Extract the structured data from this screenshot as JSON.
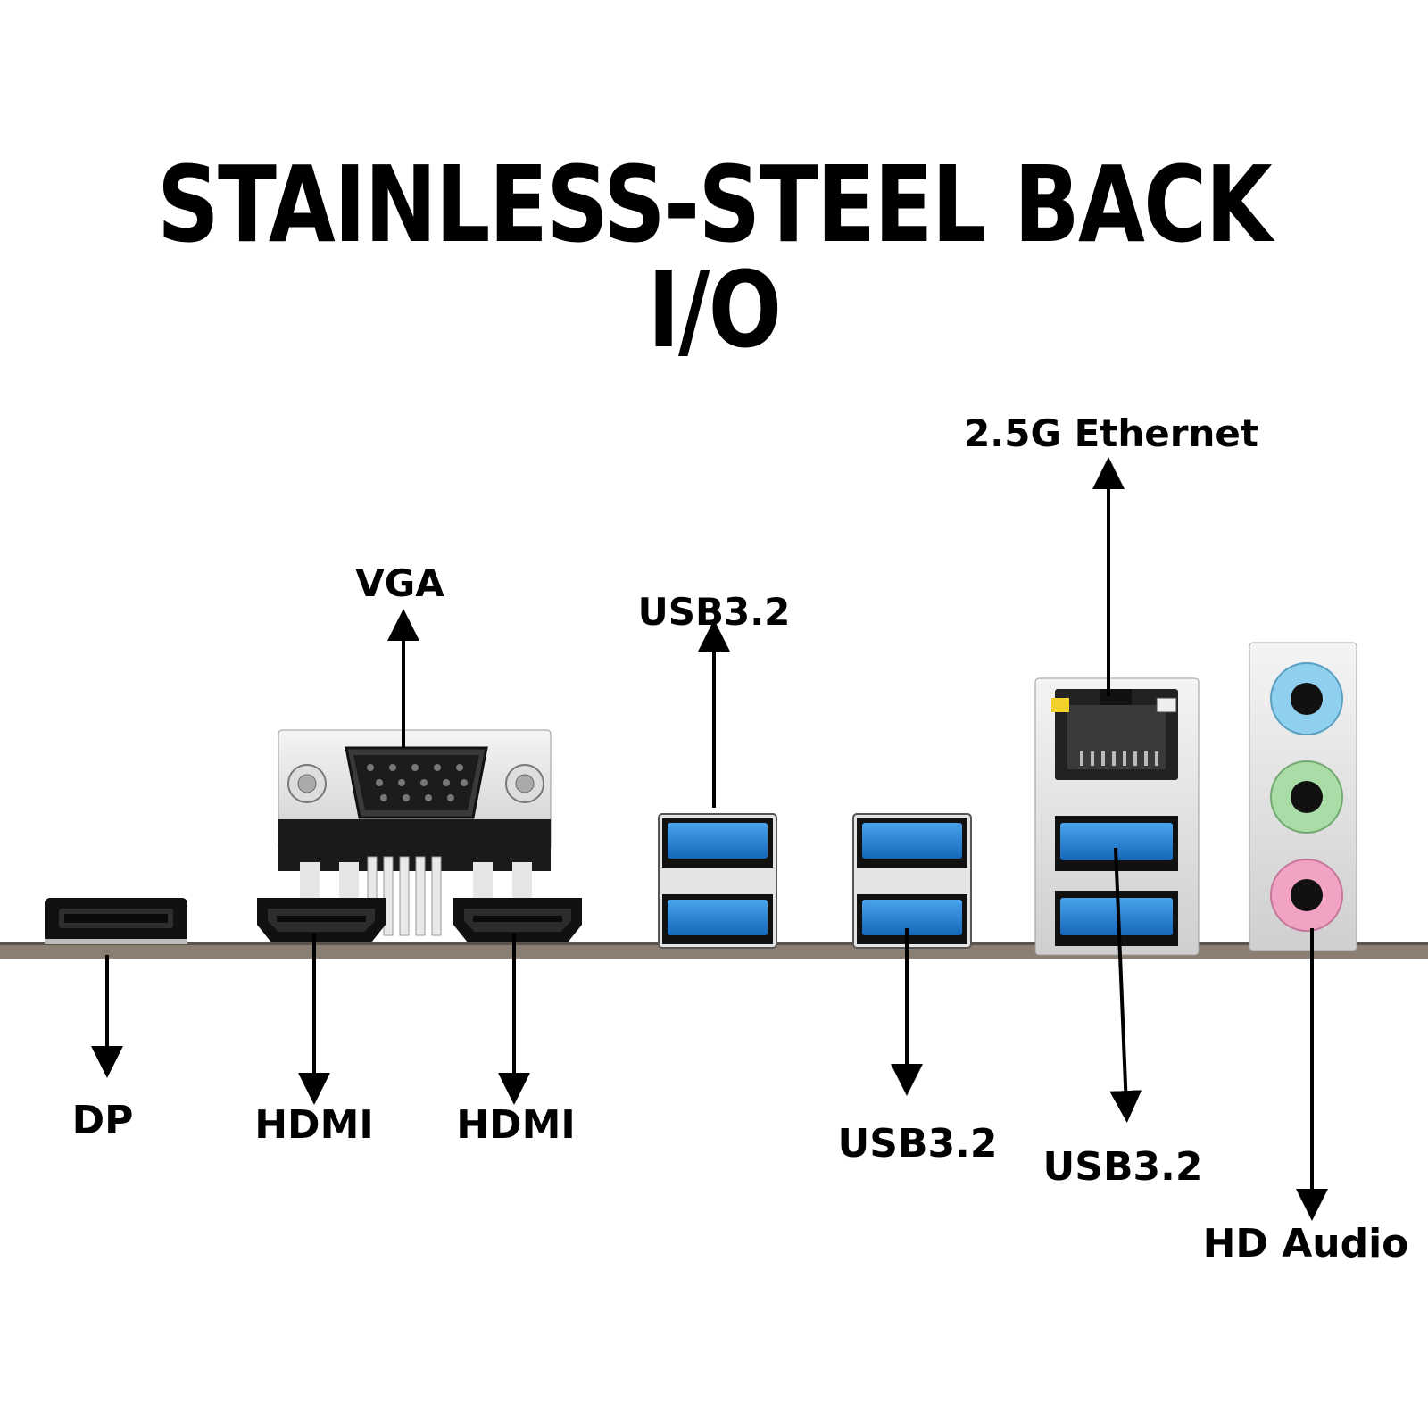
{
  "title": "STAINLESS-STEEL BACK I/O",
  "labels": {
    "dp": "DP",
    "hdmi_1": "HDMI",
    "hdmi_2": "HDMI",
    "vga": "VGA",
    "usb_top": "USB3.2",
    "usb_bottom_1": "USB3.2",
    "usb_bottom_2": "USB3.2",
    "ethernet": "2.5G Ethernet",
    "audio": "HD Audio"
  },
  "colors": {
    "usb_blue": "#1f7fd6",
    "audio_blue": "#8fd0ee",
    "audio_green": "#a9dca6",
    "audio_pink": "#f2a3c4",
    "led_yellow": "#f3d12c",
    "board": "#8a7f72"
  }
}
